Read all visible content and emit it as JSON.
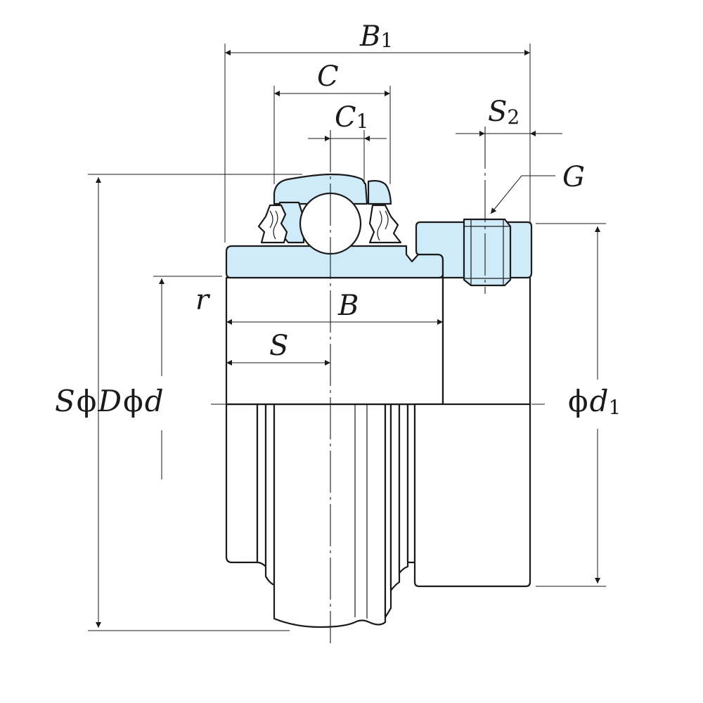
{
  "diagram": {
    "colors": {
      "fill": "#cfeaf8",
      "line": "#1a1a1a",
      "background": "#ffffff"
    },
    "labels": {
      "B1_main": "B",
      "B1_sub": "1",
      "C": "C",
      "C1_main": "C",
      "C1_sub": "1",
      "S2_main": "S",
      "S2_sub": "2",
      "G": "G",
      "r": "r",
      "B": "B",
      "S": "S",
      "left_S": "S",
      "left_phi1": "ϕ",
      "left_D": "D",
      "left_phi2": "ϕ",
      "left_d": "d",
      "right_phi": "ϕ",
      "right_d1_main": "d",
      "right_d1_sub": "1"
    }
  }
}
